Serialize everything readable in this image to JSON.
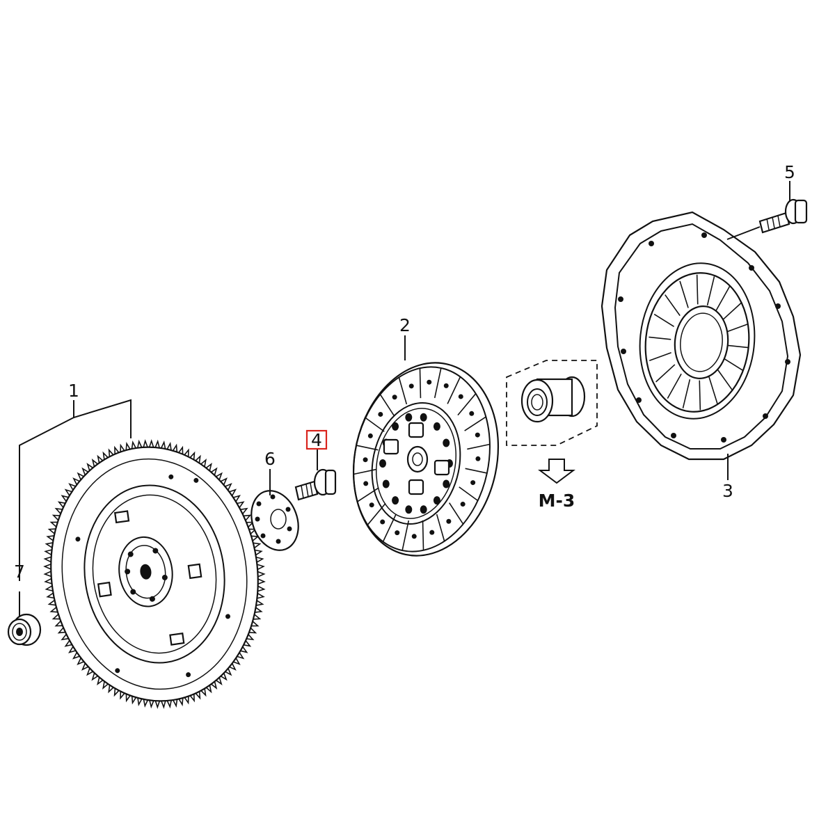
{
  "parts": [
    {
      "id": "flywheel",
      "callout": "1",
      "highlighted": false
    },
    {
      "id": "clutch-disc",
      "callout": "2",
      "highlighted": false
    },
    {
      "id": "pressure-plate",
      "callout": "3",
      "highlighted": false
    },
    {
      "id": "disc-bolt",
      "callout": "4",
      "highlighted": true
    },
    {
      "id": "pressure-plate-bolt",
      "callout": "5",
      "highlighted": false
    },
    {
      "id": "flywheel-washer-plate",
      "callout": "6",
      "highlighted": false
    },
    {
      "id": "pilot-bearing",
      "callout": "7",
      "highlighted": false
    }
  ],
  "reference": {
    "label": "M-3",
    "arrow_icon": "hollow-down-arrow-icon"
  },
  "colors": {
    "highlight": "#d9241c",
    "ink": "#111111",
    "background": "#ffffff"
  }
}
